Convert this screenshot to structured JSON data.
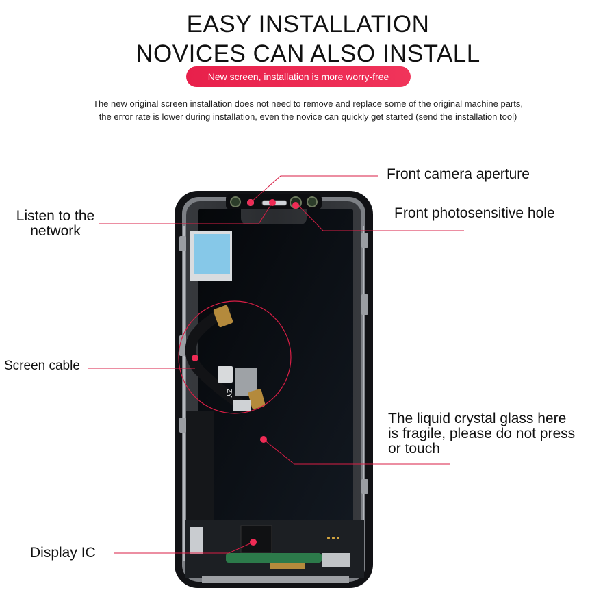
{
  "header": {
    "title_line1": "EASY INSTALLATION",
    "title_line2": "NOVICES CAN ALSO INSTALL",
    "badge": "New screen, installation is more worry-free",
    "description": "The new original screen installation does not need to remove and replace some of the original machine parts, the error rate is lower during installation, even the novice can quickly get started (send the installation tool)"
  },
  "callouts": {
    "front_camera": "Front camera aperture",
    "earpiece_line1": "Listen to the",
    "earpiece_line2": "network",
    "photosensitive": "Front photosensitive hole",
    "screen_cable": "Screen cable",
    "glass_line1": "The liquid crystal glass here",
    "glass_line2": "is fragile, please do not press",
    "glass_line3": "or touch",
    "display_ic": "Display IC"
  },
  "board_marking": "ZY",
  "colors": {
    "accent": "#e8204b",
    "panel": "#0b0e12",
    "frame": "#1a1c1f"
  }
}
